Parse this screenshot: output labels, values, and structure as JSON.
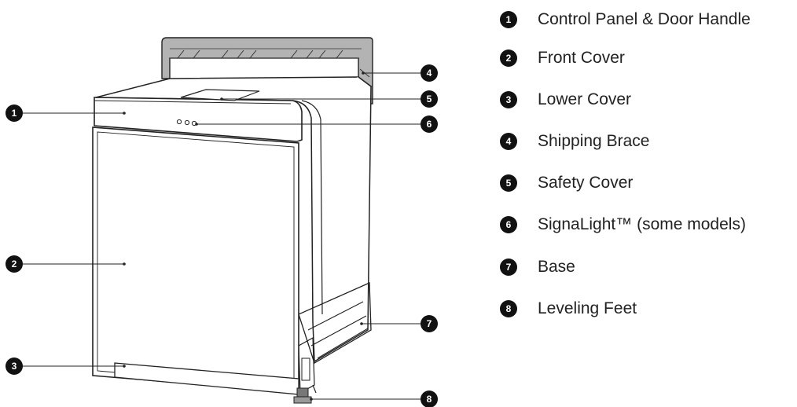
{
  "callouts": [
    {
      "num": "1",
      "label": "Control Panel & Door Handle"
    },
    {
      "num": "2",
      "label": "Front Cover"
    },
    {
      "num": "3",
      "label": "Lower Cover"
    },
    {
      "num": "4",
      "label": "Shipping Brace"
    },
    {
      "num": "5",
      "label": "Safety Cover"
    },
    {
      "num": "6",
      "label": "SignaLight™ (some models)"
    },
    {
      "num": "7",
      "label": "Base"
    },
    {
      "num": "8",
      "label": "Leveling Feet"
    }
  ]
}
